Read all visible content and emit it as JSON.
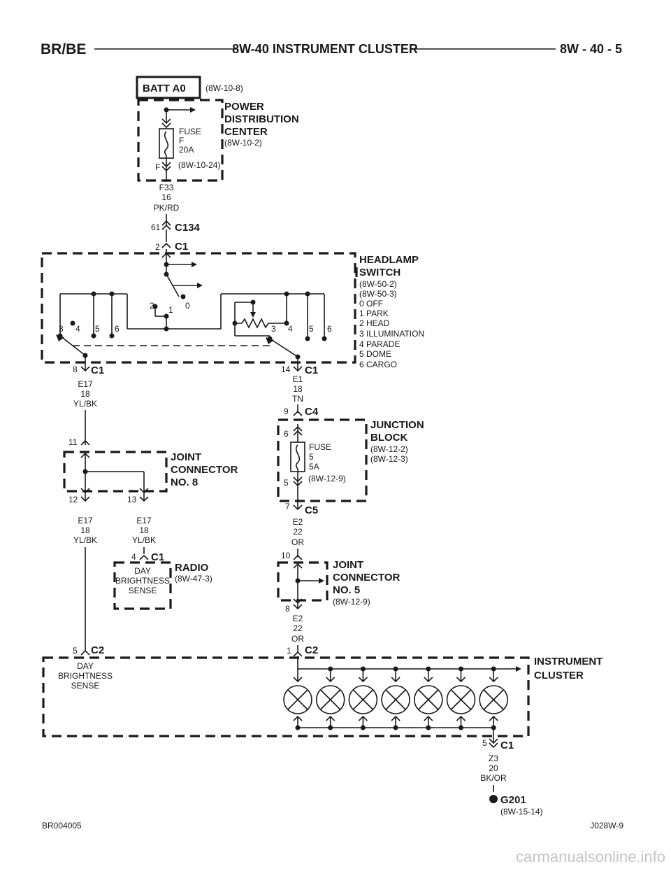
{
  "header": {
    "left": "BR/BE",
    "center": "8W-40 INSTRUMENT CLUSTER",
    "right": "8W - 40 - 5"
  },
  "footer": {
    "left": "BR004005",
    "right": "J028W-9",
    "watermark": "carmanualsonline.info"
  },
  "batt": {
    "label": "BATT A0",
    "ref": "(8W-10-8)"
  },
  "pdc": {
    "title": [
      "POWER",
      "DISTRIBUTION",
      "CENTER"
    ],
    "ref": "(8W-10-2)",
    "fuse": [
      "FUSE",
      "F",
      "20A"
    ],
    "fuse_ref": "(8W-10-24)",
    "pin": "F"
  },
  "wire_f33": [
    "F33",
    "16",
    "PK/RD"
  ],
  "c134": {
    "pin": "61",
    "name": "C134"
  },
  "hs_c1_top": {
    "pin": "2",
    "name": "C1"
  },
  "headlamp_switch": {
    "title": [
      "HEADLAMP",
      "SWITCH"
    ],
    "refs": [
      "(8W-50-2)",
      "(8W-50-3)"
    ],
    "positions": [
      "0 OFF",
      "1 PARK",
      "2 HEAD",
      "3 ILLUMINATION",
      "4 PARADE",
      "5 DOME",
      "6 CARGO"
    ],
    "left_nums": [
      "3",
      "4",
      "5",
      "6"
    ],
    "center_nums": [
      "2",
      "1",
      "0"
    ],
    "right_nums": [
      "3",
      "4",
      "5",
      "6"
    ]
  },
  "hs_c1_left": {
    "pin": "8",
    "name": "C1"
  },
  "hs_c1_right": {
    "pin": "14",
    "name": "C1"
  },
  "wire_e17_a": [
    "E17",
    "18",
    "YL/BK"
  ],
  "wire_e1": [
    "E1",
    "18",
    "TN"
  ],
  "c4": {
    "pin": "9",
    "name": "C4"
  },
  "junction_block": {
    "title": [
      "JUNCTION",
      "BLOCK"
    ],
    "refs": [
      "(8W-12-2)",
      "(8W-12-3)"
    ],
    "fuse": [
      "FUSE",
      "5",
      "5A"
    ],
    "fuse_ref": "(8W-12-9)",
    "pin_top": "6",
    "pin_bottom": "5"
  },
  "joint8": {
    "title": [
      "JOINT",
      "CONNECTOR",
      "NO. 8"
    ],
    "pin_in": "11",
    "pin_out1": "12",
    "pin_out2": "13"
  },
  "c5": {
    "pin": "7",
    "name": "C5"
  },
  "wire_e17_b": [
    "E17",
    "18",
    "YL/BK"
  ],
  "wire_e17_c": [
    "E17",
    "18",
    "YL/BK"
  ],
  "wire_e2_a": [
    "E2",
    "22",
    "OR"
  ],
  "radio": {
    "pin": "4",
    "conn": "C1",
    "title": "RADIO",
    "ref": "(8W-47-3)",
    "text": [
      "DAY",
      "BRIGHTNESS",
      "SENSE"
    ]
  },
  "joint5": {
    "title": [
      "JOINT",
      "CONNECTOR",
      "NO. 5"
    ],
    "ref": "(8W-12-9)",
    "pin_in": "10",
    "pin_out": "8"
  },
  "wire_e2_b": [
    "E2",
    "22",
    "OR"
  ],
  "cluster_c2_left": {
    "pin": "5",
    "name": "C2"
  },
  "cluster_c2_right": {
    "pin": "1",
    "name": "C2"
  },
  "cluster": {
    "title": [
      "INSTRUMENT",
      "CLUSTER"
    ],
    "text": [
      "DAY",
      "BRIGHTNESS",
      "SENSE"
    ],
    "lamp_count": 7
  },
  "cluster_c1": {
    "pin": "5",
    "name": "C1"
  },
  "wire_z3": [
    "Z3",
    "20",
    "BK/OR"
  ],
  "ground": {
    "name": "G201",
    "ref": "(8W-15-14)"
  }
}
